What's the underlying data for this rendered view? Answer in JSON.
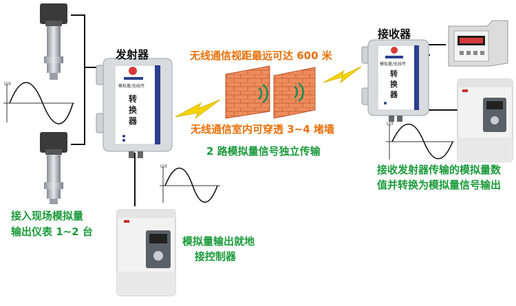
{
  "transmitter": {
    "title": "发射器",
    "panel_line": "模拟量/无线传",
    "chars": [
      "转",
      "换",
      "器"
    ]
  },
  "receiver": {
    "title": "接收器",
    "panel_line": "模拟量/无线传",
    "chars": [
      "转",
      "换",
      "器"
    ]
  },
  "wireless": {
    "range_text": "无线通信视距最远可达 600 米",
    "indoor_text": "无线通信室内可穿透 3~4 堵墙"
  },
  "captions": {
    "channels": "2 路模拟量信号独立传输",
    "input_line1": "接入现场模拟量",
    "input_line2": "输出仪表 1~2 台",
    "output_line1": "模拟量输出就地",
    "output_line2": "接控制器",
    "receiver_line1": "接收发射器传输的模拟量数",
    "receiver_line2": "值并转换为模拟量信号输出"
  },
  "graph_label": "U/I",
  "colors": {
    "orange_text": "#e8700a",
    "green_text": "#1a9a3a",
    "box_blue": "#2c3f8f",
    "brick": "#e37a4a",
    "lightning": "#f5d400"
  }
}
